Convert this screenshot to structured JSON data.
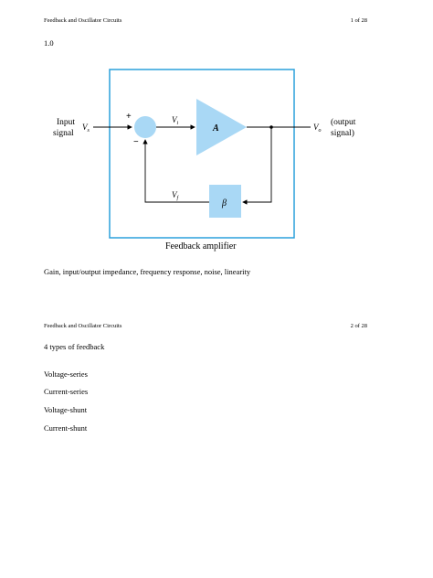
{
  "pages": [
    {
      "header_left": "Feedback and Oscillator Circuits",
      "header_right": "1 of 28",
      "section_number": "1.0",
      "figure": {
        "input_label_line1": "Input",
        "input_label_line2": "signal",
        "vs": "V",
        "vs_sub": "s",
        "plus": "+",
        "minus": "−",
        "vi": "V",
        "vi_sub": "i",
        "amp": "A",
        "vo": "V",
        "vo_sub": "o",
        "output_label_line1": "(output",
        "output_label_line2": "signal)",
        "vf": "V",
        "vf_sub": "f",
        "beta": "β",
        "caption": "Feedback amplifier",
        "colors": {
          "frame": "#2ba0dc",
          "fill": "#a9d8f5"
        }
      },
      "body_text": "Gain, input/output impedance, frequency response, noise, linearity"
    },
    {
      "header_left": "Feedback and Oscillator Circuits",
      "header_right": "2 of 28",
      "heading": "4 types of feedback",
      "types": [
        "Voltage-series",
        "Current-series",
        "Voltage-shunt",
        "Current-shunt"
      ]
    }
  ]
}
